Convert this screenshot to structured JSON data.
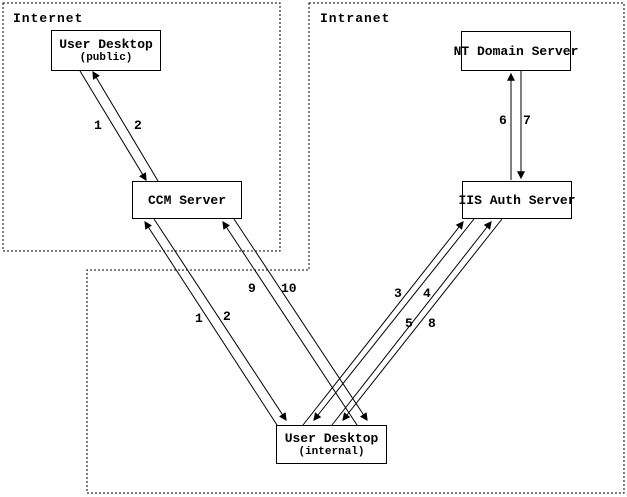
{
  "regions": {
    "internet": {
      "label": "Internet"
    },
    "intranet": {
      "label": "Intranet"
    }
  },
  "nodes": {
    "user_desktop_public": {
      "title": "User Desktop",
      "subtitle": "(public)"
    },
    "nt_domain_server": {
      "title": "NT Domain Server"
    },
    "ccm_server": {
      "title": "CCM Server"
    },
    "iis_auth_server": {
      "title": "IIS Auth Server"
    },
    "user_desktop_internal": {
      "title": "User Desktop",
      "subtitle": "(internal)"
    }
  },
  "flows": [
    {
      "label": "1",
      "from": "user_desktop_public",
      "to": "ccm_server"
    },
    {
      "label": "2",
      "from": "ccm_server",
      "to": "user_desktop_public"
    },
    {
      "label": "6",
      "from": "iis_auth_server",
      "to": "nt_domain_server"
    },
    {
      "label": "7",
      "from": "nt_domain_server",
      "to": "iis_auth_server"
    },
    {
      "label": "9",
      "from": "user_desktop_internal",
      "to": "ccm_server"
    },
    {
      "label": "10",
      "from": "ccm_server",
      "to": "user_desktop_internal"
    },
    {
      "label": "1",
      "from": "user_desktop_internal",
      "to": "ccm_server"
    },
    {
      "label": "2",
      "from": "ccm_server",
      "to": "user_desktop_internal"
    },
    {
      "label": "3",
      "from": "user_desktop_internal",
      "to": "iis_auth_server"
    },
    {
      "label": "4",
      "from": "iis_auth_server",
      "to": "user_desktop_internal"
    },
    {
      "label": "5",
      "from": "user_desktop_internal",
      "to": "iis_auth_server"
    },
    {
      "label": "8",
      "from": "iis_auth_server",
      "to": "user_desktop_internal"
    }
  ],
  "colors": {
    "line": "#000000",
    "background": "#ffffff"
  }
}
